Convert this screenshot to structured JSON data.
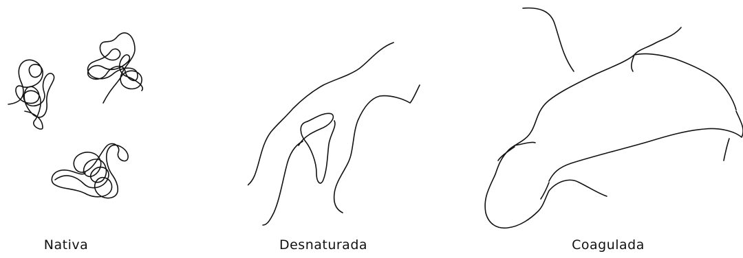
{
  "panels": [
    {
      "label": "Nativa"
    },
    {
      "label": "Desnaturada"
    },
    {
      "label": "Coagulada"
    }
  ]
}
